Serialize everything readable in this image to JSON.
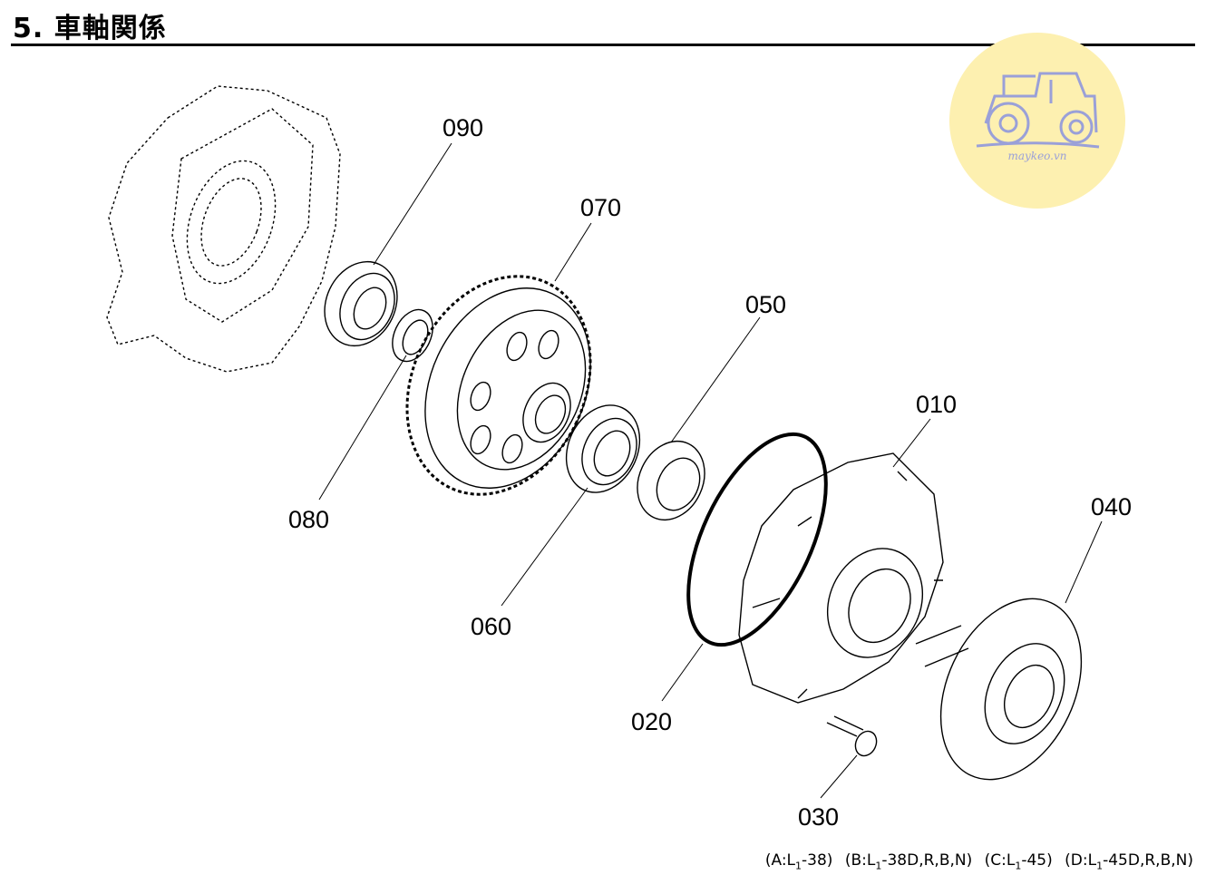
{
  "header": {
    "title": "5. 車軸関係"
  },
  "watermark": {
    "text": "maykeo.vn",
    "color": "#fdf0b0",
    "icon": "tractor-icon"
  },
  "parts": {
    "p090": "090",
    "p070": "070",
    "p050": "050",
    "p010": "010",
    "p040": "040",
    "p080": "080",
    "p060": "060",
    "p020": "020",
    "p030": "030"
  },
  "footer": {
    "a_prefix": "(A:L",
    "a_sub": "1",
    "a_suffix": "-38)",
    "b_prefix": "(B:L",
    "b_sub": "1",
    "b_suffix": "-38D,R,B,N)",
    "c_prefix": "(C:L",
    "c_sub": "1",
    "c_suffix": "-45)",
    "d_prefix": "(D:L",
    "d_sub": "1",
    "d_suffix": "-45D,R,B,N)"
  }
}
